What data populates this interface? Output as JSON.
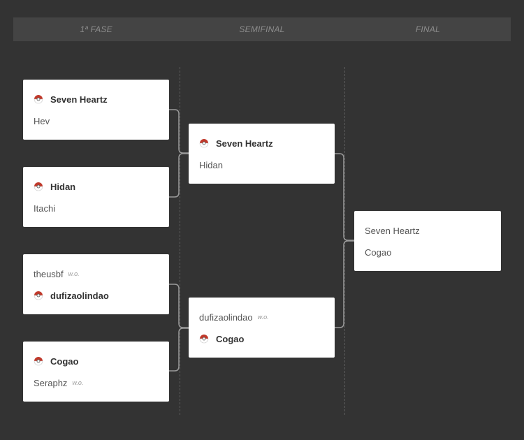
{
  "header": {
    "round1": "1ª FASE",
    "semifinal": "SEMIFINAL",
    "final": "FINAL"
  },
  "matches": {
    "r1m1": {
      "p1": "Seven Heartz",
      "p2": "Hev"
    },
    "r1m2": {
      "p1": "Hidan",
      "p2": "Itachi"
    },
    "r1m3": {
      "p1": "theusbf",
      "p1_tag": "w.o.",
      "p2": "dufizaolindao"
    },
    "r1m4": {
      "p1": "Cogao",
      "p2": "Seraphz",
      "p2_tag": "w.o."
    },
    "sf1": {
      "p1": "Seven Heartz",
      "p2": "Hidan"
    },
    "sf2": {
      "p1": "dufizaolindao",
      "p1_tag": "w.o.",
      "p2": "Cogao"
    },
    "final": {
      "p1": "Seven Heartz",
      "p2": "Cogao"
    }
  },
  "colors": {
    "background": "#333333",
    "header": "#444444",
    "connector": "#9a9a9a",
    "ball_red": "#c0392b"
  },
  "icons": {
    "winner": "pokeball-icon"
  }
}
